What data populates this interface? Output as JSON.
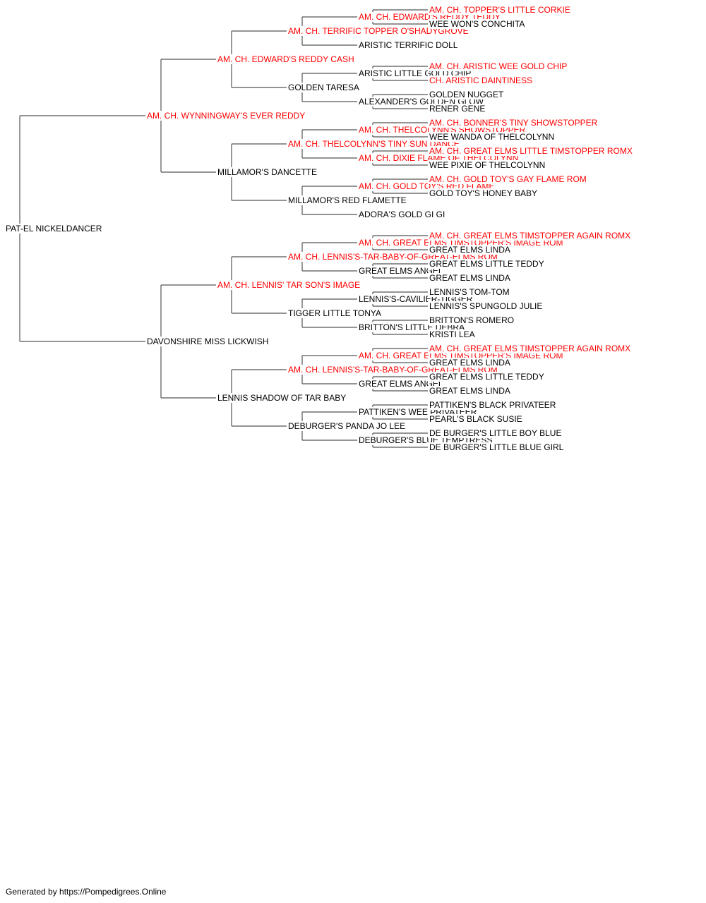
{
  "colors": {
    "champion": "#ff0000",
    "regular": "#000000",
    "line": "#555555"
  },
  "pedigree": {
    "name": "PAT-EL NICKELDANCER",
    "champion": false,
    "sire": {
      "name": "AM. CH. WYNNINGWAY'S EVER REDDY",
      "champion": true,
      "sire": {
        "name": "AM. CH. EDWARD'S REDDY CASH",
        "champion": true,
        "sire": {
          "name": "AM. CH. TERRIFIC TOPPER O'SHADYGROVE",
          "champion": true,
          "sire": {
            "name": "AM. CH. EDWARD'S REDDY TEDDY",
            "champion": true,
            "sire": {
              "name": "AM. CH. TOPPER'S LITTLE CORKIE",
              "champion": true
            },
            "dam": {
              "name": "WEE WON'S CONCHITA",
              "champion": false
            }
          },
          "dam": {
            "name": "ARISTIC TERRIFIC DOLL",
            "champion": false
          }
        },
        "dam": {
          "name": "GOLDEN TARESA",
          "champion": false,
          "sire": {
            "name": "ARISTIC LITTLE GOLD CHIP",
            "champion": false,
            "sire": {
              "name": "AM. CH. ARISTIC WEE GOLD CHIP",
              "champion": true
            },
            "dam": {
              "name": "CH. ARISTIC DAINTINESS",
              "champion": true
            }
          },
          "dam": {
            "name": "ALEXANDER'S GOLDEN GLOW",
            "champion": false,
            "sire": {
              "name": "GOLDEN NUGGET",
              "champion": false
            },
            "dam": {
              "name": "RENER GENE",
              "champion": false
            }
          }
        }
      },
      "dam": {
        "name": "MILLAMOR'S DANCETTE",
        "champion": false,
        "sire": {
          "name": "AM. CH. THELCOLYNN'S TINY SUN DANCE",
          "champion": true,
          "sire": {
            "name": "AM. CH. THELCOLYNN'S SHOWSTOPPER",
            "champion": true,
            "sire": {
              "name": "AM. CH. BONNER'S TINY SHOWSTOPPER",
              "champion": true
            },
            "dam": {
              "name": "WEE WANDA OF THELCOLYNN",
              "champion": false
            }
          },
          "dam": {
            "name": "AM. CH. DIXIE FLAME OF THELCOLYNN",
            "champion": true,
            "sire": {
              "name": "AM. CH. GREAT ELMS LITTLE TIMSTOPPER ROMX",
              "champion": true
            },
            "dam": {
              "name": "WEE PIXIE OF THELCOLYNN",
              "champion": false
            }
          }
        },
        "dam": {
          "name": "MILLAMOR'S RED FLAMETTE",
          "champion": false,
          "sire": {
            "name": "AM. CH. GOLD TOY'S RED FLAME",
            "champion": true,
            "sire": {
              "name": "AM. CH. GOLD TOY'S GAY FLAME ROM",
              "champion": true
            },
            "dam": {
              "name": "GOLD TOY'S HONEY BABY",
              "champion": false
            }
          },
          "dam": {
            "name": "ADORA'S GOLD GI GI",
            "champion": false
          }
        }
      }
    },
    "dam": {
      "name": "DAVONSHIRE MISS LICKWISH",
      "champion": false,
      "sire": {
        "name": "AM. CH. LENNIS' TAR SON'S IMAGE",
        "champion": true,
        "sire": {
          "name": "AM. CH. LENNIS'S-TAR-BABY-OF-GREAT-ELMS ROM",
          "champion": true,
          "sire": {
            "name": "AM. CH. GREAT ELMS TIMSTOPPER'S IMAGE ROM",
            "champion": true,
            "sire": {
              "name": "AM. CH. GREAT ELMS TIMSTOPPER AGAIN ROMX",
              "champion": true
            },
            "dam": {
              "name": "GREAT ELMS LINDA",
              "champion": false
            }
          },
          "dam": {
            "name": "GREAT ELMS ANGEL",
            "champion": false,
            "sire": {
              "name": "GREAT ELMS LITTLE TEDDY",
              "champion": false
            },
            "dam": {
              "name": "GREAT ELMS LINDA",
              "champion": false
            }
          }
        },
        "dam": {
          "name": "TIGGER LITTLE TONYA",
          "champion": false,
          "sire": {
            "name": "LENNIS'S-CAVILIER-TIGGER",
            "champion": false,
            "sire": {
              "name": "LENNIS'S TOM-TOM",
              "champion": false
            },
            "dam": {
              "name": "LENNIS'S SPUNGOLD JULIE",
              "champion": false
            }
          },
          "dam": {
            "name": "BRITTON'S LITTLE DEBRA",
            "champion": false,
            "sire": {
              "name": "BRITTON'S ROMERO",
              "champion": false
            },
            "dam": {
              "name": "KRISTI LEA",
              "champion": false
            }
          }
        }
      },
      "dam": {
        "name": "LENNIS SHADOW OF TAR BABY",
        "champion": false,
        "sire": {
          "name": "AM. CH. LENNIS'S-TAR-BABY-OF-GREAT-ELMS ROM",
          "champion": true,
          "sire": {
            "name": "AM. CH. GREAT ELMS TIMSTOPPER'S IMAGE ROM",
            "champion": true,
            "sire": {
              "name": "AM. CH. GREAT ELMS TIMSTOPPER AGAIN ROMX",
              "champion": true
            },
            "dam": {
              "name": "GREAT ELMS LINDA",
              "champion": false
            }
          },
          "dam": {
            "name": "GREAT ELMS ANGEL",
            "champion": false,
            "sire": {
              "name": "GREAT ELMS LITTLE TEDDY",
              "champion": false
            },
            "dam": {
              "name": "GREAT ELMS LINDA",
              "champion": false
            }
          }
        },
        "dam": {
          "name": "DEBURGER'S PANDA JO LEE",
          "champion": false,
          "sire": {
            "name": "PATTIKEN'S WEE PRIVATEER",
            "champion": false,
            "sire": {
              "name": "PATTIKEN'S BLACK PRIVATEER",
              "champion": false
            },
            "dam": {
              "name": "PEARL'S BLACK SUSIE",
              "champion": false
            }
          },
          "dam": {
            "name": "DEBURGER'S BLUE TEMPTRESS",
            "champion": false,
            "sire": {
              "name": "DE BURGER'S LITTLE BOY BLUE",
              "champion": false
            },
            "dam": {
              "name": "DE BURGER'S LITTLE BLUE GIRL",
              "champion": false
            }
          }
        }
      }
    }
  },
  "footer": {
    "text": "Generated by https://Pompedigrees.Online"
  }
}
